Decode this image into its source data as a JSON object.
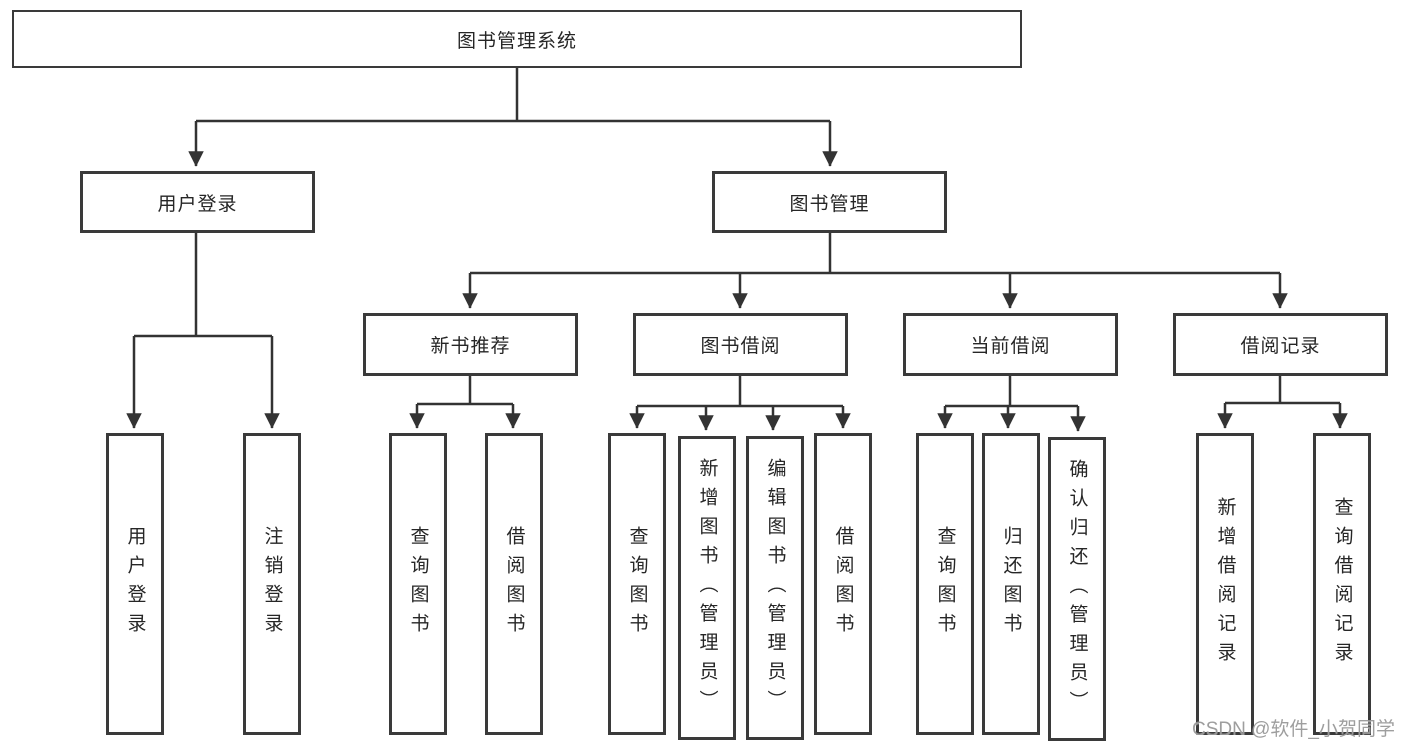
{
  "diagram": {
    "root": {
      "label": "图书管理系统"
    },
    "user_login": {
      "label": "用户登录",
      "children": {
        "login": {
          "label": "用户登录"
        },
        "logout": {
          "label": "注销登录"
        }
      }
    },
    "book_management": {
      "label": "图书管理",
      "children": {
        "new_book_recommend": {
          "label": "新书推荐",
          "children": {
            "query_book": {
              "label": "查询图书"
            },
            "borrow_book": {
              "label": "借阅图书"
            }
          }
        },
        "book_borrow": {
          "label": "图书借阅",
          "children": {
            "query_book": {
              "label": "查询图书"
            },
            "add_book": {
              "label": "新增图书（管理员）"
            },
            "edit_book": {
              "label": "编辑图书（管理员）"
            },
            "borrow_book": {
              "label": "借阅图书"
            }
          }
        },
        "current_borrow": {
          "label": "当前借阅",
          "children": {
            "query_book": {
              "label": "查询图书"
            },
            "return_book": {
              "label": "归还图书"
            },
            "confirm_return": {
              "label": "确认归还（管理员）"
            }
          }
        },
        "borrow_record": {
          "label": "借阅记录",
          "children": {
            "add_record": {
              "label": "新增借阅记录"
            },
            "query_record": {
              "label": "查询借阅记录"
            }
          }
        }
      }
    },
    "line_color": "#333333",
    "watermark": "CSDN @软件_小贺同学"
  }
}
